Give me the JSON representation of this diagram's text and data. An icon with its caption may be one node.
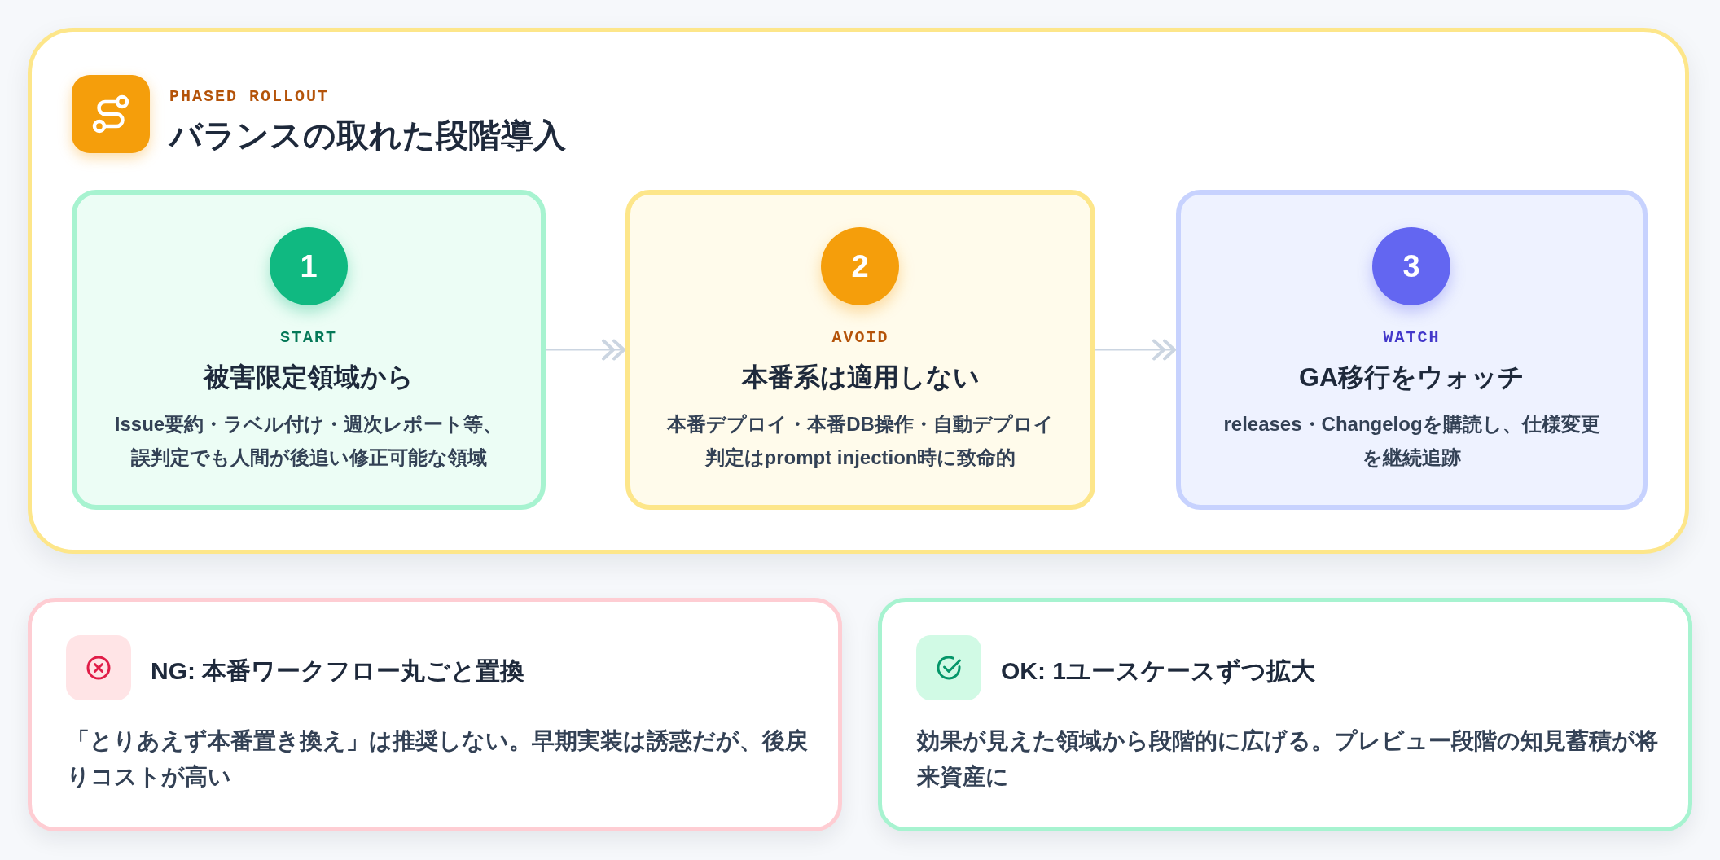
{
  "diagram": {
    "nodes": [
      {
        "text": [
          "PHASED ROLLOUT",
          "バランスの取れた段階導入"
        ]
      },
      {
        "text": [
          "START",
          "被害限定領域から",
          "Issue要約・ラベル付け・週次レポート等、誤判定でも人間が後追い修正可能な領域"
        ],
        "in": 0
      },
      {
        "text": [
          "1"
        ],
        "in": 1
      },
      {
        "text": [
          "AVOID",
          "本番系は適用しない",
          "本番デプロイ・本番DB操作・自動デプロイ判定はprompt injection時に致命的"
        ],
        "in": 0
      },
      {
        "text": [
          "2"
        ],
        "in": 3
      },
      {
        "text": [
          "WATCH",
          "GA移行をウォッチ",
          "releases・Changelogを購読し、仕様変更を継続追跡"
        ],
        "in": 0
      },
      {
        "text": [
          "3"
        ],
        "in": 5
      },
      {
        "text": [
          "NG: 本番ワークフロー丸ごと置換",
          "「とりあえず本番置き換え」は推奨しない。早期実装は誘惑だが、後戻りコストが高い"
        ]
      },
      {
        "text": [
          "OK: 1ユースケースずつ拡大",
          "効果が見えた領域から段階的に広げる。プレビュー段階の知見蓄積が将来資産に"
        ]
      }
    ],
    "edges": [
      {
        "from": 1,
        "to": 3,
        "arrow": "to"
      },
      {
        "from": 3,
        "to": 5,
        "arrow": "to"
      }
    ]
  }
}
